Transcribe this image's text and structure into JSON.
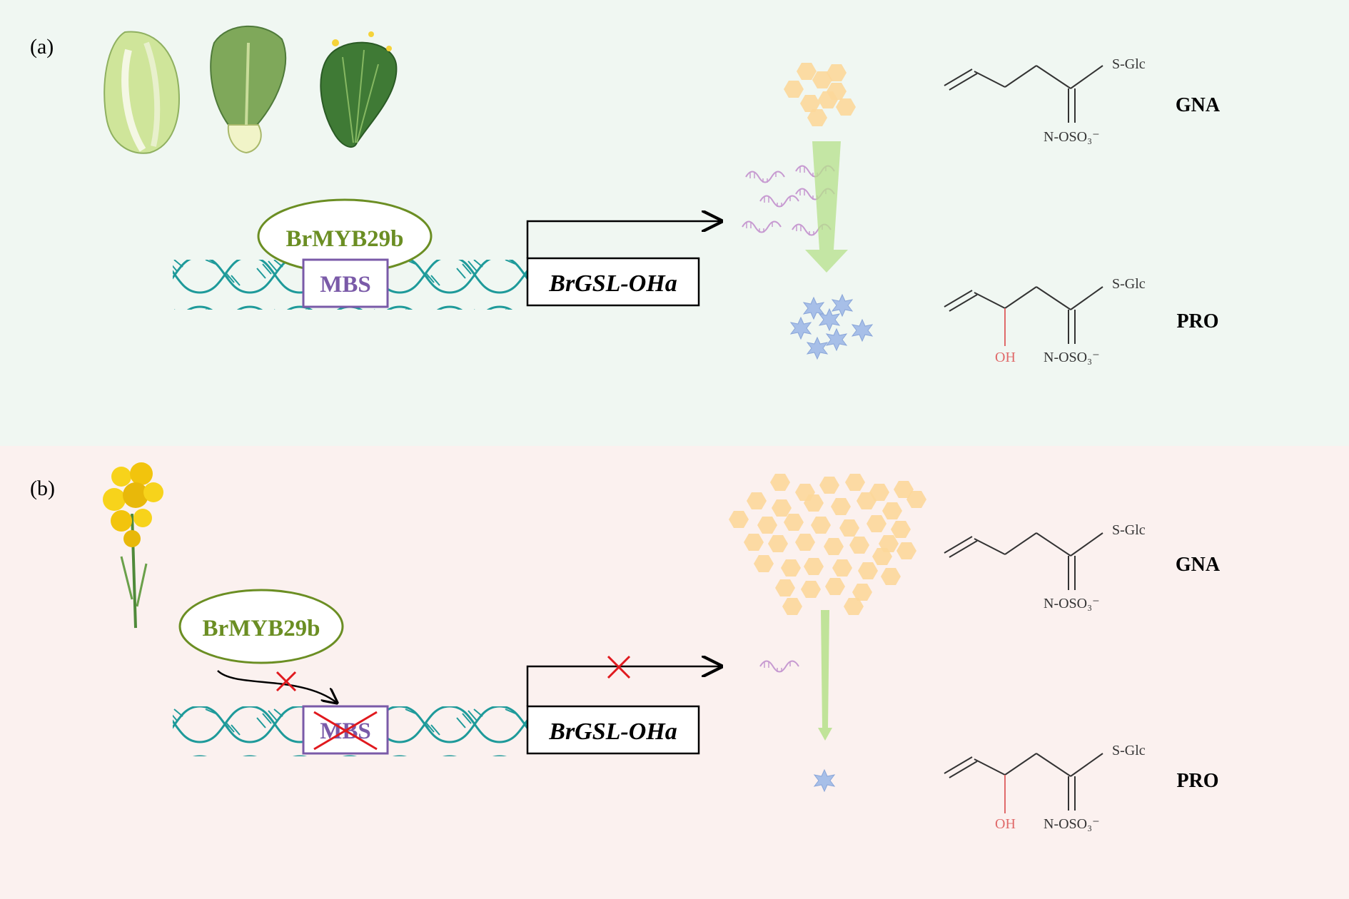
{
  "colors": {
    "panel_a_bg": "#f0f7f2",
    "panel_b_bg": "#fbf1ef",
    "tf_green": "#6b8e23",
    "mbs_purple": "#7a5aa8",
    "dna_teal": "#1e9a9a",
    "gna_orange": "#fcd79a",
    "pro_star": "#a7bfe8",
    "mrna_pink": "#c79ad1",
    "flux_green": "#b5e08a",
    "cross_red": "#e0191e",
    "oh_red": "#e06a6a"
  },
  "panel_a": {
    "label": "(a)",
    "tf_label": "BrMYB29b",
    "mbs_label": "MBS",
    "gene_label": "BrGSL-OHa",
    "gna_name": "GNA",
    "pro_name": "PRO",
    "s_glc": "S-Glc",
    "n_oso3": "N-OSO₃⁻",
    "oh": "OH",
    "images": [
      "napa-cabbage-icon",
      "bok-choy-icon",
      "leafy-greens-icon"
    ]
  },
  "panel_b": {
    "label": "(b)",
    "tf_label": "BrMYB29b",
    "mbs_label": "MBS",
    "gene_label": "BrGSL-OHa",
    "gna_name": "GNA",
    "pro_name": "PRO",
    "s_glc": "S-Glc",
    "n_oso3": "N-OSO₃⁻",
    "oh": "OH",
    "images": [
      "rapeseed-flower-icon"
    ]
  }
}
